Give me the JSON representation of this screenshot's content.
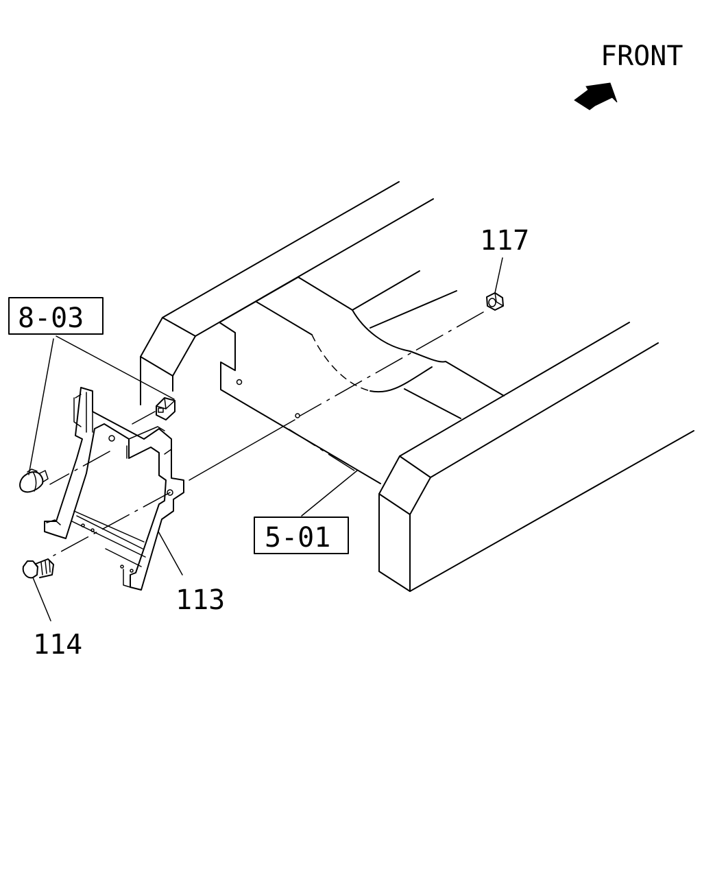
{
  "direction": {
    "label": "FRONT",
    "icon": "front-arrow-icon"
  },
  "callouts": {
    "ref_8_03": "8-03",
    "ref_5_01": "5-01",
    "part_113": "113",
    "part_114": "114",
    "part_117": "117"
  },
  "colors": {
    "ink": "#000000",
    "paper": "#ffffff"
  }
}
